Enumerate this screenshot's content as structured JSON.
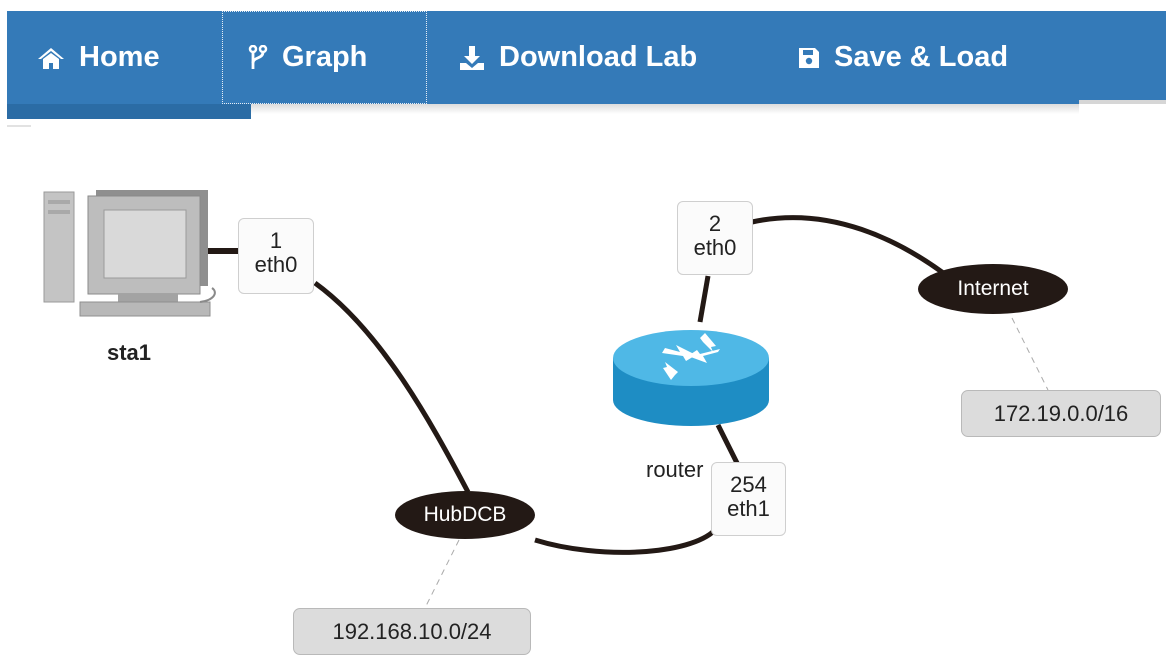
{
  "navbar": {
    "items": [
      {
        "label": "Home",
        "icon": "home-icon"
      },
      {
        "label": "Graph",
        "icon": "branch-icon"
      },
      {
        "label": "Download Lab",
        "icon": "download-icon"
      },
      {
        "label": "Save & Load",
        "icon": "save-icon"
      }
    ],
    "active": "Graph",
    "background": "#347ab8"
  },
  "graph": {
    "nodes": {
      "sta1": {
        "label": "sta1",
        "icon": "computer-icon"
      },
      "router": {
        "label": "router",
        "icon": "router-icon"
      },
      "hub": {
        "label": "HubDCB"
      },
      "internet": {
        "label": "Internet"
      }
    },
    "ports": {
      "sta1_eth0": {
        "num": "1",
        "iface": "eth0"
      },
      "router_eth0": {
        "num": "2",
        "iface": "eth0"
      },
      "router_eth1": {
        "num": "254",
        "iface": "eth1"
      }
    },
    "subnets": {
      "hub": "192.168.10.0/24",
      "internet": "172.19.0.0/16"
    },
    "colors": {
      "link": "#231915",
      "node_fill": "#231915"
    }
  }
}
